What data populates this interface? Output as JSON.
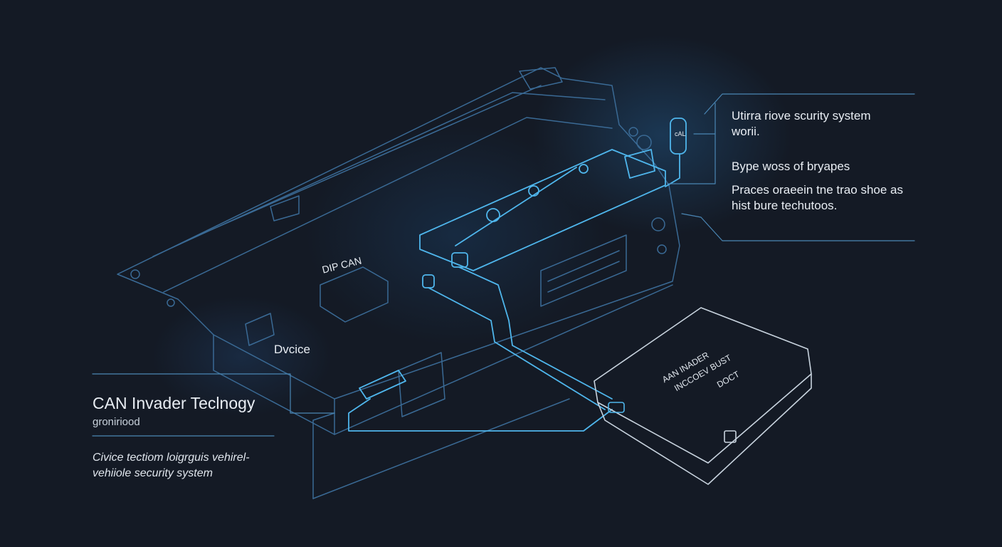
{
  "right_panel": {
    "line1": "Utirra riove scurity system",
    "line2": "worii.",
    "heading": "Bype woss of  bryapes",
    "body1": "Praces oraeein tne trao shoe as",
    "body2": "hist bure techutoos."
  },
  "left_panel": {
    "title": "CAN Invader Teclnogy",
    "subtitle": "groniriood",
    "desc1": "Civice tectiom loigrguis vehirel-",
    "desc2": "vehiiole security system"
  },
  "diagram_labels": {
    "device": "Dvcice",
    "dip_can": "DIP CAN",
    "box_line1": "AAN INADER",
    "box_line2": "INCCOEV BUST",
    "box_line3": "DOCT",
    "connector": "cAL"
  },
  "colors": {
    "background": "#141a25",
    "accent": "#3fa9e0",
    "line": "#3a6a95"
  }
}
